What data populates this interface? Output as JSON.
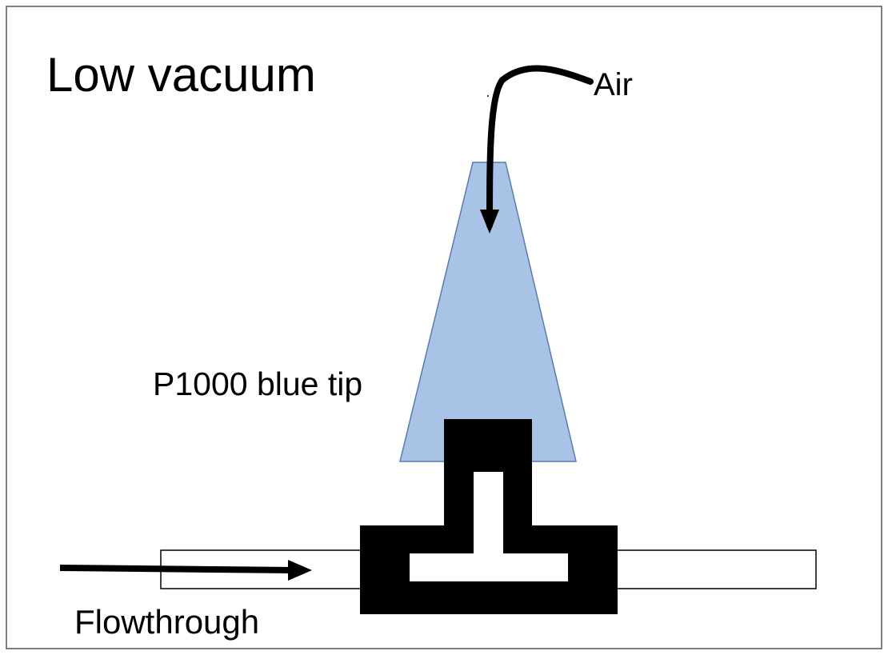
{
  "title": "Low vacuum",
  "labels": {
    "air": "Air",
    "tip": "P1000 blue tip",
    "flowthrough": "Flowthrough"
  },
  "colors": {
    "tip_fill": "#a9c3e6",
    "tip_stroke": "#5a7ab0",
    "connector": "#000000",
    "border": "#555555"
  },
  "icons": {
    "air_arrow": "curved-arrow-down-icon",
    "flow_arrow": "arrow-right-icon"
  }
}
